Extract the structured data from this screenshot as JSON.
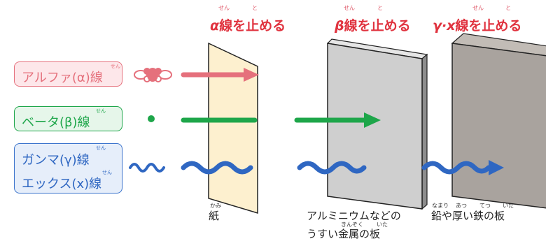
{
  "shields": [
    {
      "title": "α線を止める",
      "title_greek": "α",
      "title_rest": "線を止める",
      "furigana": [
        "せん",
        "と"
      ],
      "caption": "紙",
      "caption_furigana": [
        "かみ"
      ]
    },
    {
      "title": "β線を止める",
      "title_greek": "β",
      "title_rest": "線を止める",
      "furigana": [
        "せん",
        "と"
      ],
      "caption_line1": "アルミニウムなどの",
      "caption_line2": "うすい金属の板",
      "caption_furigana": [
        "きん",
        "ぞく",
        "いた"
      ]
    },
    {
      "title": "γ·x線を止める",
      "title_greek": "γ·x",
      "title_rest": "線を止める",
      "furigana": [
        "せん",
        "と"
      ],
      "caption": "鉛や厚い鉄の板",
      "caption_furigana": [
        "なまり",
        "あつ",
        "てつ",
        "いた"
      ]
    }
  ],
  "rays": [
    {
      "label": "アルファ(α)線",
      "furigana": "せん",
      "color": "#e5707c"
    },
    {
      "label": "ベータ(β)線",
      "furigana": "せん",
      "color": "#1ea64a"
    },
    {
      "label_line1": "ガンマ(γ)線",
      "label_line2": "エックス(x)線",
      "furigana": [
        "せん",
        "せん"
      ],
      "color": "#2f67c2"
    }
  ]
}
